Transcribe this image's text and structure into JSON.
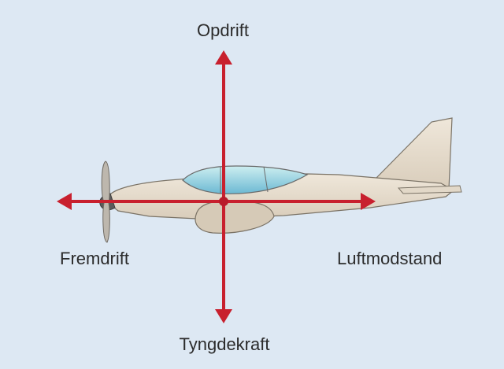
{
  "diagram": {
    "forces": {
      "up": "Opdrift",
      "down": "Tyngdekraft",
      "forward": "Fremdrift",
      "backward": "Luftmodstand"
    },
    "colors": {
      "background": "#dde8f3",
      "arrow": "#c8202e",
      "airplane_body": "#e6dccd",
      "canopy": "#7fc7d6",
      "outline": "#7a7265"
    }
  }
}
